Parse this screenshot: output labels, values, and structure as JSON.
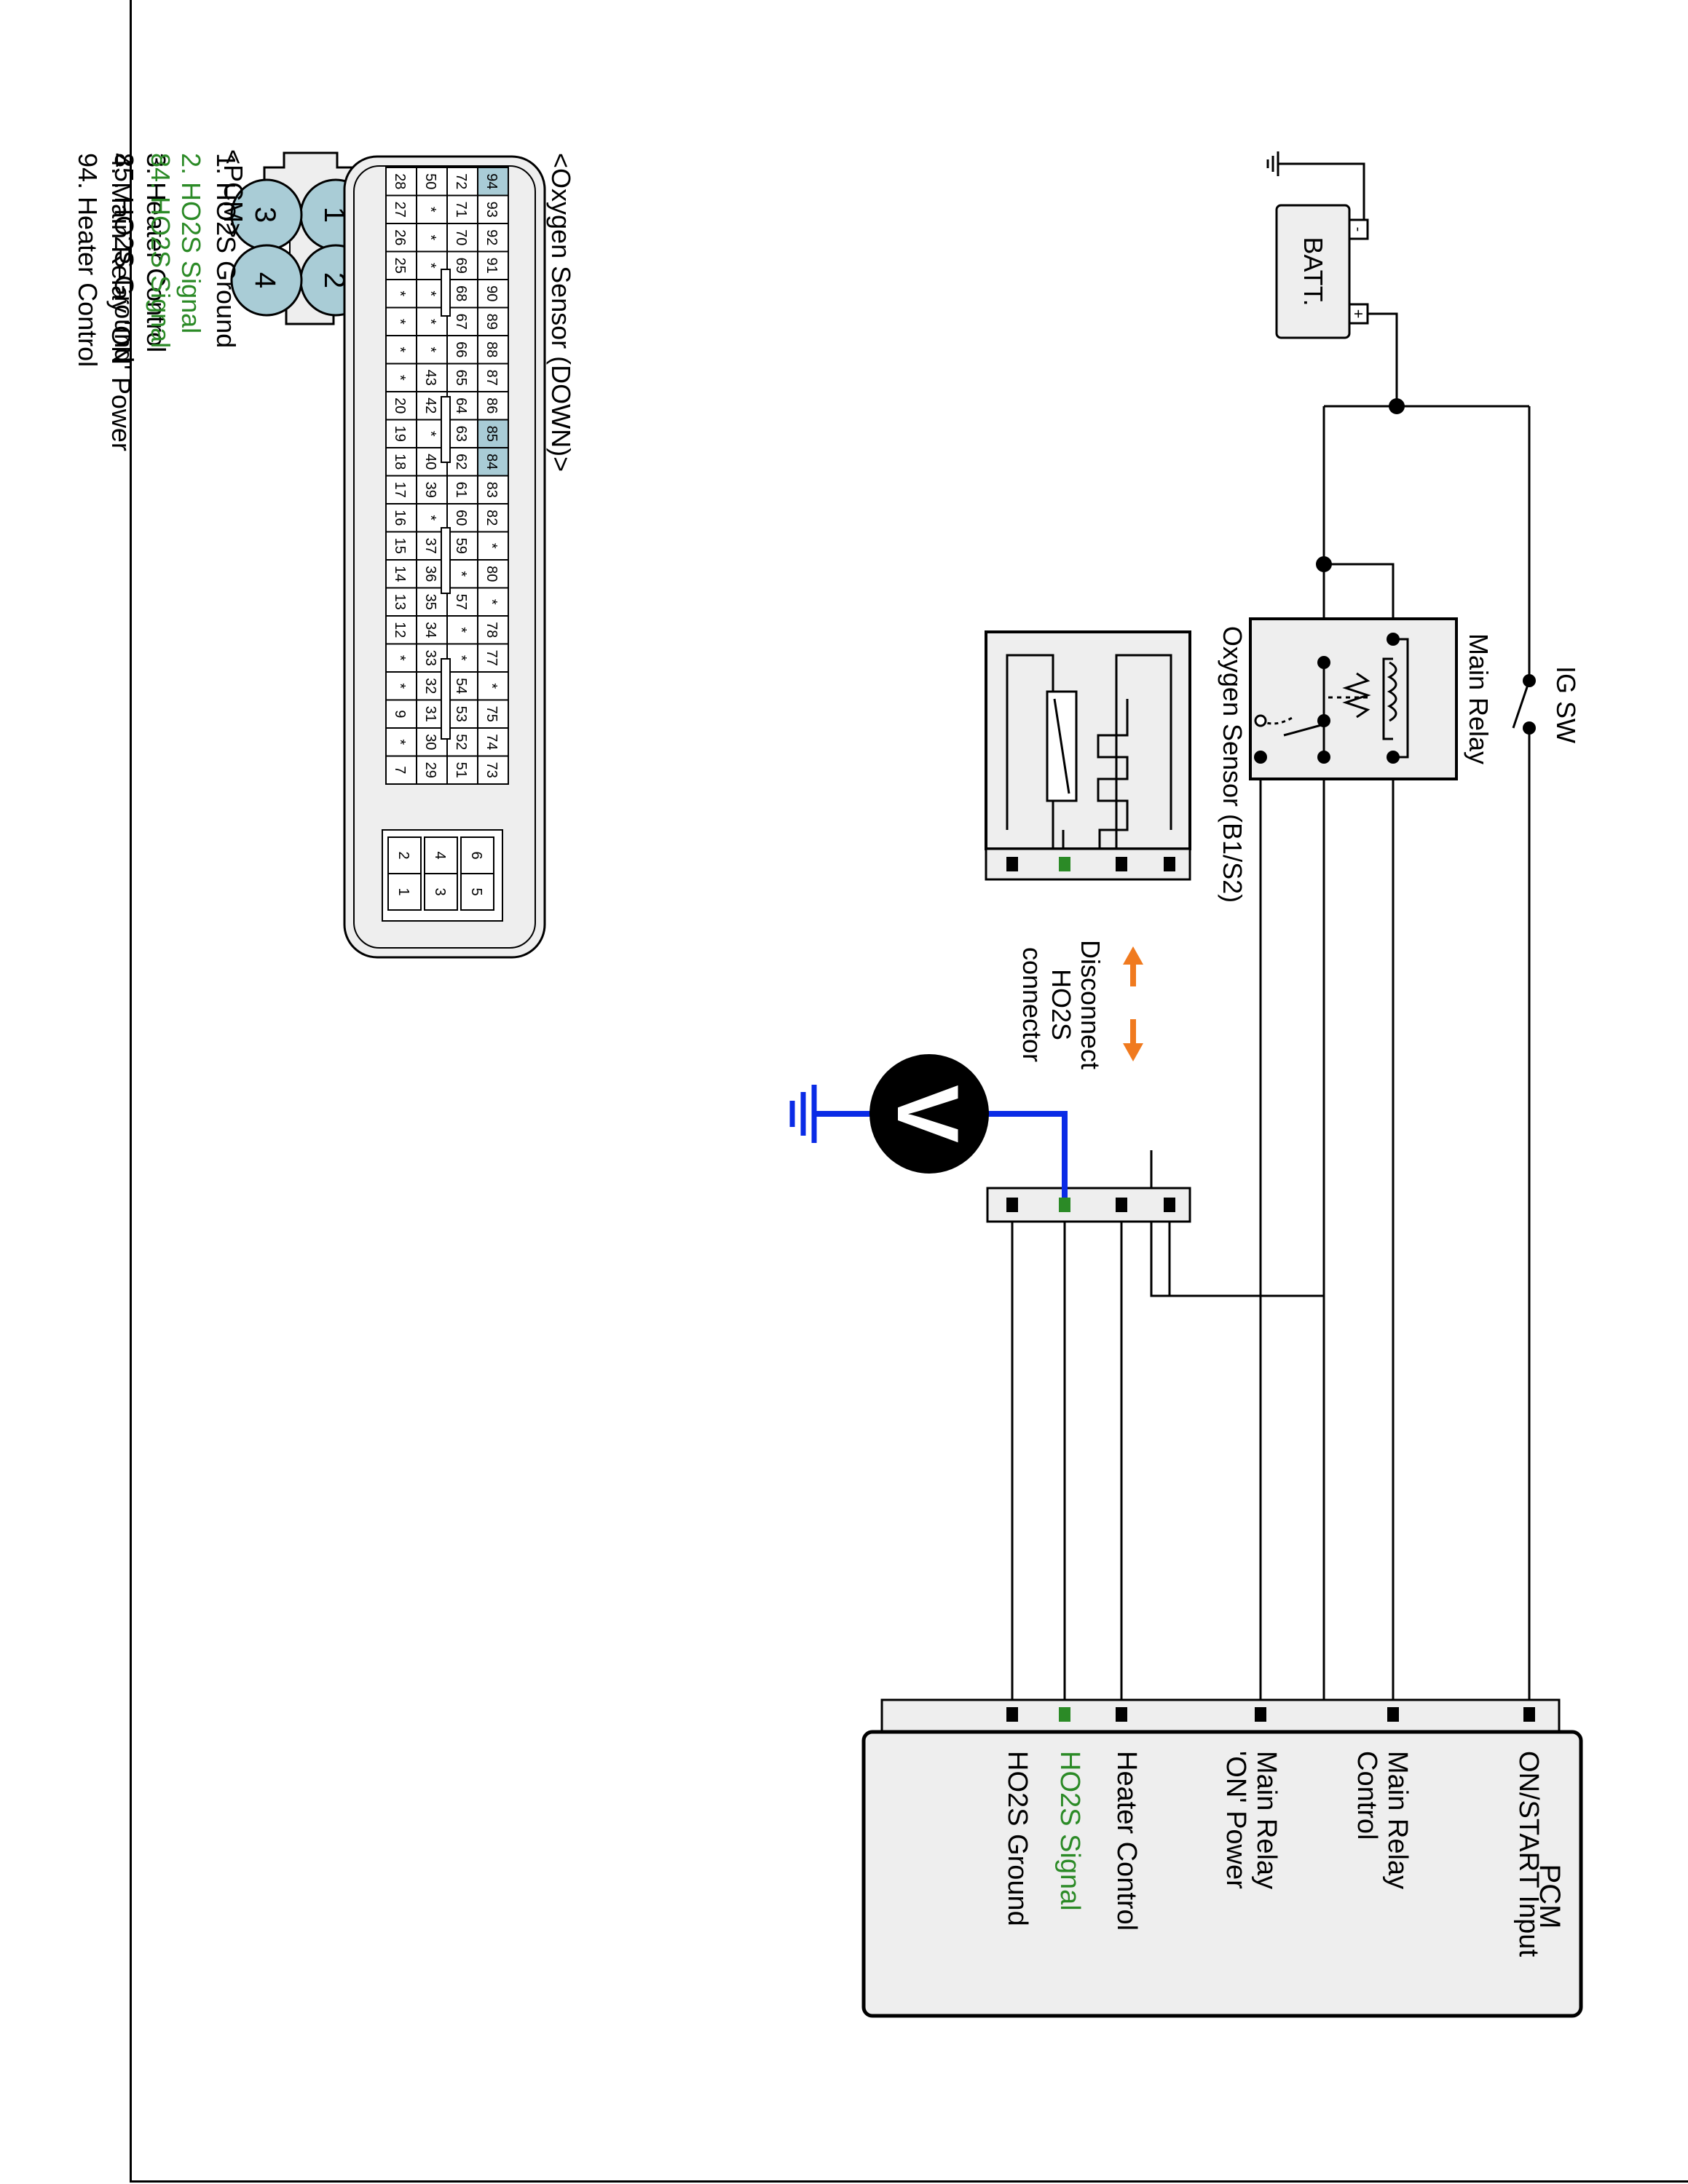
{
  "battery": {
    "label": "BATT.",
    "minus": "-",
    "plus": "+"
  },
  "ig_switch": {
    "label": "IG SW"
  },
  "main_relay": {
    "label": "Main Relay"
  },
  "sensor": {
    "label": "Oxygen Sensor (B1/S2)"
  },
  "disconnect_note": {
    "line1": "Disconnect",
    "line2": "HO2S",
    "line3": "connector"
  },
  "voltmeter": {
    "symbol": "V"
  },
  "pcm": {
    "title": "PCM",
    "pins": [
      {
        "label": "ON/START Input",
        "color": "#000000"
      },
      {
        "label": "Main Relay\nControl",
        "color": "#000000"
      },
      {
        "label": "Main Relay\n'ON' Power",
        "color": "#000000"
      },
      {
        "label": "Heater Control",
        "color": "#000000"
      },
      {
        "label": "HO2S  Signal",
        "color": "#2b8a26"
      },
      {
        "label": "HO2S  Ground",
        "color": "#000000"
      }
    ]
  },
  "o2_connector": {
    "title": "<Oxygen Sensor (DOWN)>",
    "pin_numbers": [
      "1",
      "2",
      "3",
      "4"
    ],
    "pins": [
      {
        "label": "1. HO2S  Ground",
        "color": "#000000"
      },
      {
        "label": "2. HO2S  Signal",
        "color": "#2b8a26"
      },
      {
        "label": "3. Heater Control",
        "color": "#000000"
      },
      {
        "label": "4. Main Relay  'ON' Power",
        "color": "#000000"
      }
    ]
  },
  "pcm_connector": {
    "title": "<PCM>",
    "rows": [
      [
        "94",
        "93",
        "92",
        "91",
        "90",
        "89",
        "88",
        "87",
        "86",
        "85",
        "84",
        "83",
        "82",
        "*",
        "80",
        "*",
        "78",
        "77",
        "*",
        "75",
        "74",
        "73"
      ],
      [
        "72",
        "71",
        "70",
        "69",
        "68",
        "67",
        "66",
        "65",
        "64",
        "63",
        "62",
        "61",
        "60",
        "59",
        "*",
        "57",
        "*",
        "*",
        "54",
        "53",
        "52",
        "51"
      ],
      [
        "50",
        "*",
        "*",
        "*",
        "*",
        "*",
        "*",
        "43",
        "42",
        "*",
        "40",
        "39",
        "*",
        "37",
        "36",
        "35",
        "34",
        "33",
        "32",
        "31",
        "30",
        "29"
      ],
      [
        "28",
        "27",
        "26",
        "25",
        "*",
        "*",
        "*",
        "*",
        "20",
        "19",
        "18",
        "17",
        "16",
        "15",
        "14",
        "13",
        "12",
        "*",
        "*",
        "9",
        "*",
        "7"
      ]
    ],
    "highlighted": [
      "94",
      "85",
      "84"
    ],
    "aux_rows": [
      [
        "6",
        "5"
      ],
      [
        "4",
        "3"
      ],
      [
        "2",
        "1"
      ]
    ],
    "pins": [
      {
        "label": "84. HO2S  Signal",
        "color": "#2b8a26"
      },
      {
        "label": "85. HO2S  Ground",
        "color": "#000000"
      },
      {
        "label": "94. Heater Control",
        "color": "#000000"
      }
    ]
  },
  "colors": {
    "signal_green": "#2b8a26",
    "meter_wire": "#0a2be6",
    "arrow_orange": "#f07a1f",
    "highlight_blue": "#a9ccd6",
    "box_fill": "#eeeeee"
  }
}
